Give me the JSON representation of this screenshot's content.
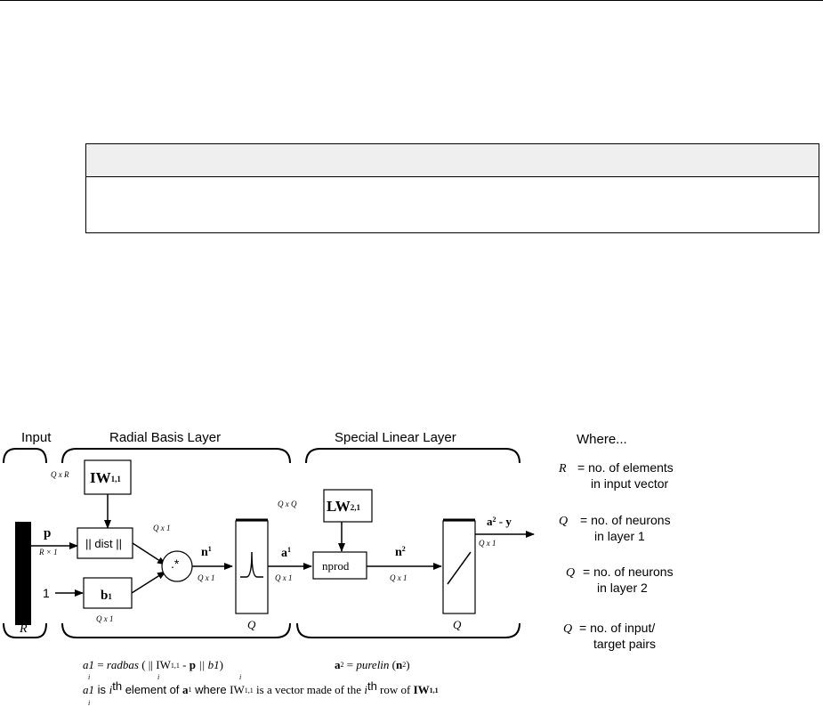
{
  "note": {
    "heading": "",
    "body": ""
  },
  "diagram": {
    "groups": {
      "input": "Input",
      "radial": "Radial Basis Layer",
      "linear": "Special Linear Layer"
    },
    "input_dim": "R",
    "blocks": {
      "iw": "IW",
      "iw_sub": "1,1",
      "iw_size": "Q x R",
      "dist": "|| dist ||",
      "bias": "b",
      "bias_sub": "1",
      "bias_size": "Q x 1",
      "one": "1",
      "dotstar": ".*",
      "lw": "LW",
      "lw_sub": "2,1",
      "lw_size": "Q x Q",
      "nprod": "nprod"
    },
    "signals": {
      "p": "p",
      "p_size": "R × 1",
      "dist_out_size": "Q x 1",
      "n1": "n",
      "n1_sup": "1",
      "n1_size": "Q x 1",
      "a1": "a",
      "a1_sup": "1",
      "a1_size": "Q x 1",
      "n2": "n",
      "n2_sup": "2",
      "n2_size": "Q x 1",
      "out": "a",
      "out_sup": "2",
      "out_rest": " - y",
      "out_size": "Q x 1"
    },
    "layer_dims": {
      "radbas": "Q",
      "purelin": "Q"
    },
    "legend": {
      "title": "Where...",
      "items": [
        {
          "sym": "R",
          "line1": "= no. of elements",
          "line2": "in input vector"
        },
        {
          "sym": "Q",
          "line1": "= no. of neurons",
          "line2": "in layer 1"
        },
        {
          "sym": "Q",
          "line1": "= no. of neurons",
          "line2": "in layer 2"
        },
        {
          "sym": "Q",
          "line1": "= no. of input/",
          "line2": "target pairs"
        }
      ]
    },
    "equations": {
      "eq1": {
        "a": "a",
        "i_sub": "i",
        "one": "1",
        "eq": " = ",
        "fn": "radbas",
        "open": " ( || ",
        "iw": "IW",
        "iw_sup": "1,1",
        "minus": " - ",
        "p": "p",
        "mid": " || b",
        "b_sup": "1",
        "close": ")"
      },
      "eq2": {
        "a": "a",
        "sup": "2",
        "eq": " = ",
        "fn": "purelin",
        "open": " (",
        "n": "n",
        "n_sup": "2",
        "close": ")"
      },
      "eq3": {
        "a": "a",
        "i_sub": "i",
        "one": "1",
        "t1": " is ",
        "i": "i",
        "th": "th",
        "t2": " element of ",
        "a1": "a",
        "a1_sup": "1",
        "t3": " where ",
        "iw": "IW",
        "iw_sup": "1,1",
        "t4": " is a vector made of the ",
        "i2": "i",
        "th2": "th",
        "t5": " row of ",
        "iw2": "IW",
        "iw2_sup": "1,1"
      }
    }
  }
}
